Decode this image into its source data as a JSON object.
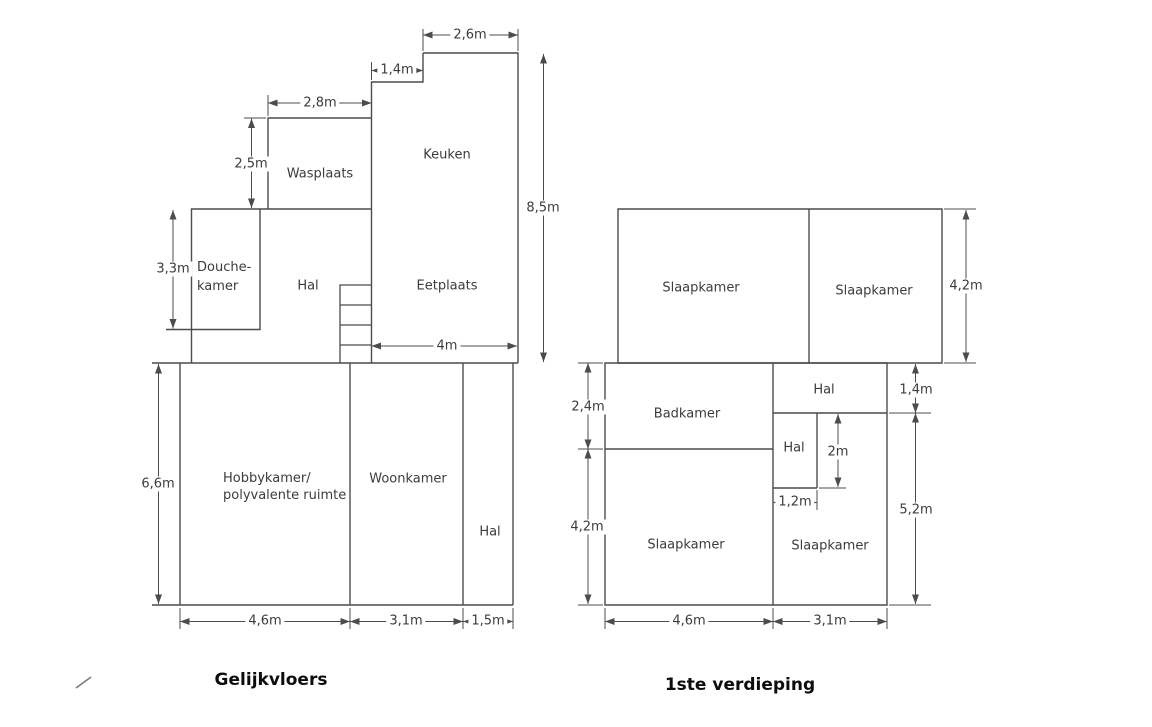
{
  "ground_floor": {
    "title": "Gelijkvloers",
    "rooms": {
      "keuken": "Keuken",
      "wasplaats": "Wasplaats",
      "douchekamer_line1": "Douche-",
      "douchekamer_line2": "kamer",
      "hal_upper": "Hal",
      "eetplaats": "Eetplaats",
      "hobbykamer_line1": "Hobbykamer/",
      "hobbykamer_line2": "polyvalente ruimte",
      "woonkamer": "Woonkamer",
      "hal_lower": "Hal"
    },
    "dimensions": {
      "keuken_top_width": "2,6m",
      "keuken_notch_width": "1,4m",
      "wasplaats_width": "2,8m",
      "wasplaats_height": "2,5m",
      "douchekamer_height": "3,3m",
      "keuken_eetplaats_height": "8,5m",
      "eetplaats_width": "4m",
      "lower_section_height": "6,6m",
      "hobbykamer_width": "4,6m",
      "woonkamer_width": "3,1m",
      "hal_width": "1,5m"
    }
  },
  "first_floor": {
    "title": "1ste verdieping",
    "rooms": {
      "slaapkamer_top_left": "Slaapkamer",
      "slaapkamer_top_right": "Slaapkamer",
      "badkamer": "Badkamer",
      "hal_upper": "Hal",
      "hal_inner": "Hal",
      "slaapkamer_bottom_left": "Slaapkamer",
      "slaapkamer_bottom_right": "Slaapkamer"
    },
    "dimensions": {
      "top_section_height": "4,2m",
      "badkamer_height": "2,4m",
      "hal_height": "1,4m",
      "hal_inner_height": "2m",
      "hal_inner_width": "1,2m",
      "slaapkamer_left_height": "4,2m",
      "right_section_height": "5,2m",
      "left_width": "4,6m",
      "right_width": "3,1m"
    }
  },
  "colors": {
    "wall": "#4c4c4c",
    "dimension": "#4c4c4c",
    "text": "#3c3c3c",
    "title": "#0d0d0d",
    "background": "#ffffff"
  }
}
